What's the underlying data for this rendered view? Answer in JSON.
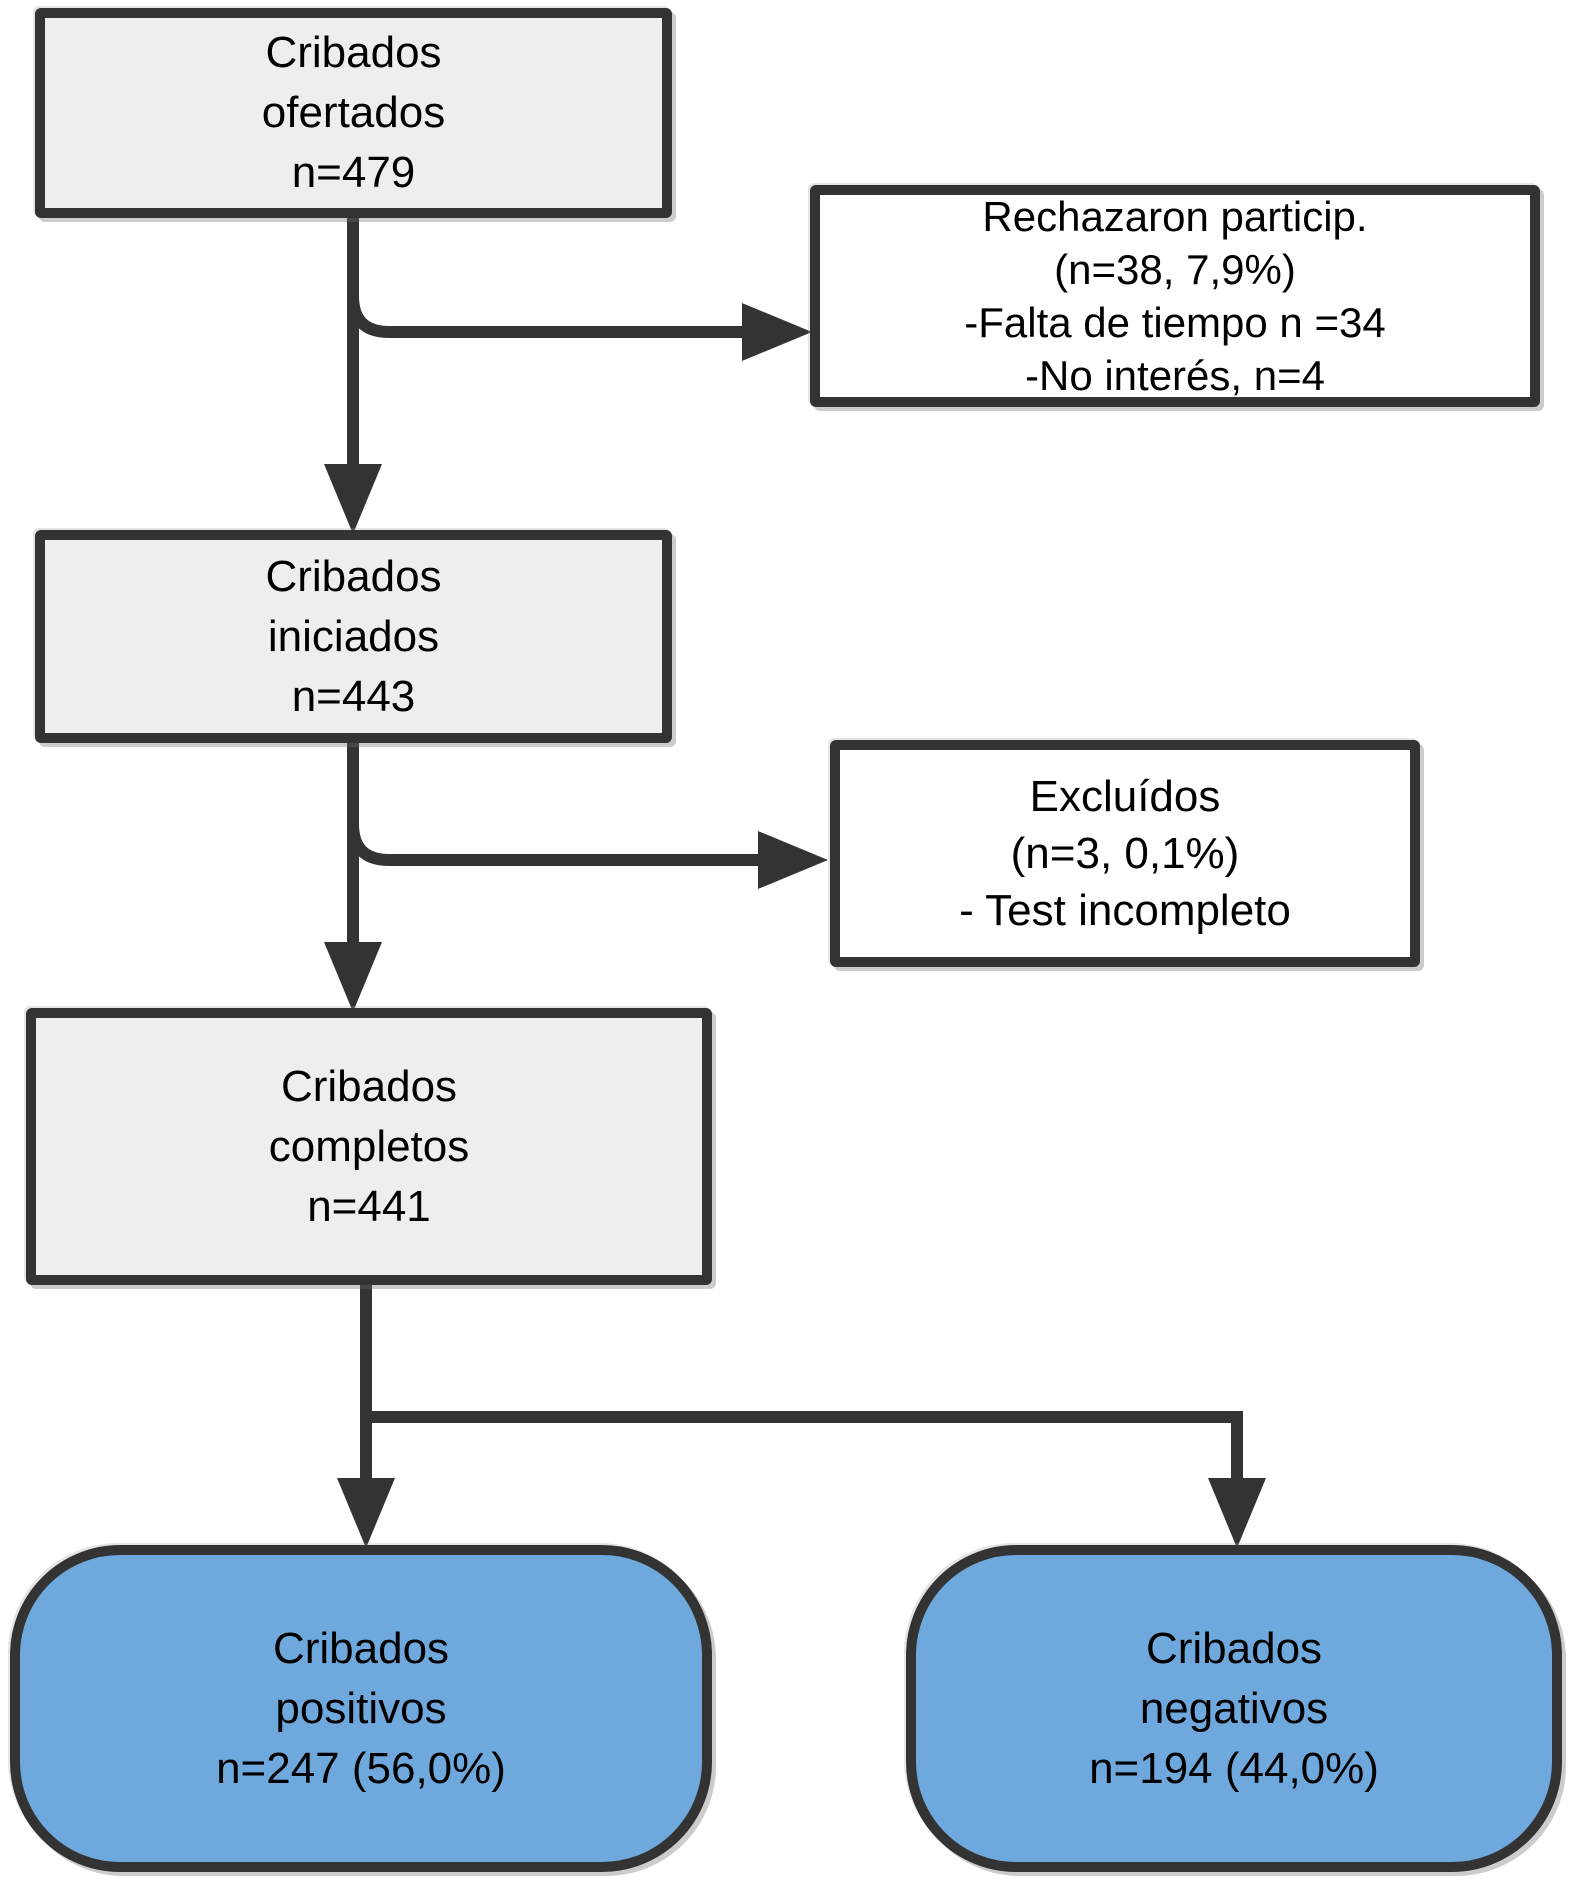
{
  "diagram": {
    "type": "flowchart",
    "language": "es",
    "colors": {
      "background": "#ffffff",
      "border": "#333333",
      "line": "#333333",
      "text": "#000000",
      "box_fill_gray": "#eeeeee",
      "box_fill_white": "#ffffff",
      "box_fill_blue": "#6fa8dc"
    },
    "nodes": {
      "ofertados": {
        "shape": "rect",
        "lines": [
          "Cribados",
          "ofertados",
          "n=479"
        ]
      },
      "rechazaron": {
        "shape": "rect",
        "lines": [
          "Rechazaron particip.",
          "(n=38, 7,9%)",
          "-Falta de tiempo n =34",
          "-No interés, n=4"
        ]
      },
      "iniciados": {
        "shape": "rect",
        "lines": [
          "Cribados",
          "iniciados",
          "n=443"
        ]
      },
      "excluidos": {
        "shape": "rect",
        "lines": [
          "Excluídos",
          "(n=3, 0,1%)",
          "- Test incompleto"
        ]
      },
      "completos": {
        "shape": "rect",
        "lines": [
          "Cribados",
          "completos",
          "n=441"
        ]
      },
      "positivos": {
        "shape": "rounded",
        "lines": [
          "Cribados",
          "positivos",
          "n=247 (56,0%)"
        ]
      },
      "negativos": {
        "shape": "rounded",
        "lines": [
          "Cribados",
          "negativos",
          "n=194 (44,0%)"
        ]
      }
    },
    "edges": [
      {
        "from": "ofertados",
        "to": "iniciados",
        "style": "arrow-down"
      },
      {
        "from": "ofertados",
        "to": "rechazaron",
        "style": "elbow-right-arrow"
      },
      {
        "from": "iniciados",
        "to": "completos",
        "style": "arrow-down"
      },
      {
        "from": "iniciados",
        "to": "excluidos",
        "style": "elbow-right-arrow"
      },
      {
        "from": "completos",
        "to": "positivos",
        "style": "branch-down-arrow"
      },
      {
        "from": "completos",
        "to": "negativos",
        "style": "branch-down-arrow"
      }
    ]
  }
}
